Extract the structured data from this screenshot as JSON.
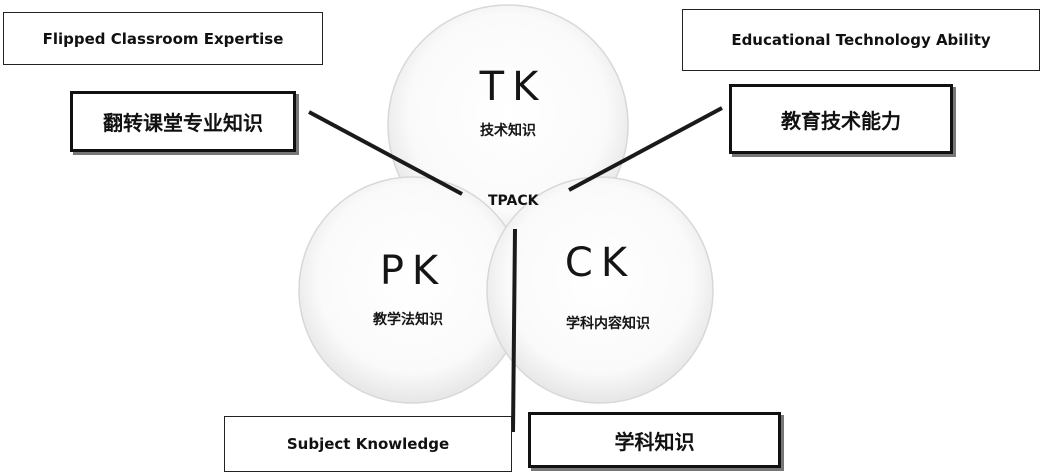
{
  "diagram": {
    "center_label": "TPACK",
    "circles": {
      "tk": {
        "code": "TK",
        "label": "技术知识"
      },
      "pk": {
        "code": "PK",
        "label": "教学法知识"
      },
      "ck": {
        "code": "CK",
        "label": "学科内容知识"
      }
    },
    "boxes": {
      "flipped_en": "Flipped Classroom Expertise",
      "flipped_zh": "翻转课堂专业知识",
      "edtech_en": "Educational Technology Ability",
      "edtech_zh": "教育技术能力",
      "subject_en": "Subject Knowledge",
      "subject_zh": "学科知识"
    }
  }
}
